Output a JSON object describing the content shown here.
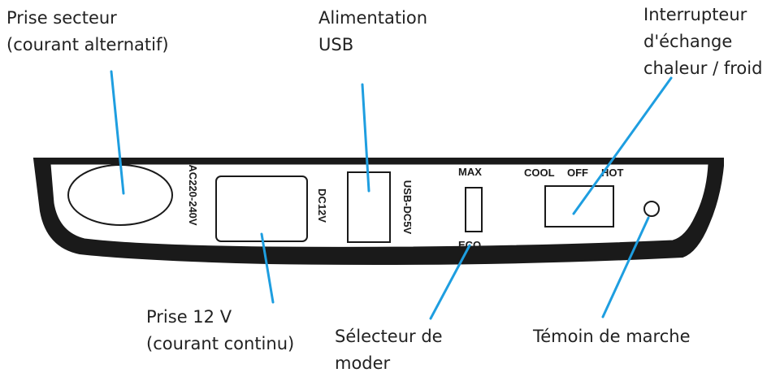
{
  "callouts": {
    "ac_socket": [
      "Prise secteur",
      "(courant alternatif)"
    ],
    "usb_power": [
      "Alimentation",
      "USB"
    ],
    "hot_cold_switch": [
      "Interrupteur",
      "d'échange",
      "chaleur / froid"
    ],
    "dc_socket": [
      "Prise 12 V",
      "(courant continu)"
    ],
    "mode_selector": [
      "Sélecteur de",
      "moder"
    ],
    "power_led": [
      "Témoin de marche"
    ]
  },
  "panel_labels": {
    "ac": "AC220-240V",
    "dc": "DC12V",
    "usb": "USB-DC5V",
    "max": "MAX",
    "eco": "ECO",
    "cool": "COOL",
    "off": "OFF",
    "hot": "HOT"
  },
  "colors": {
    "leader_line": "#1e9ee0",
    "panel_body": "#1a1a1a",
    "text": "#222222"
  }
}
